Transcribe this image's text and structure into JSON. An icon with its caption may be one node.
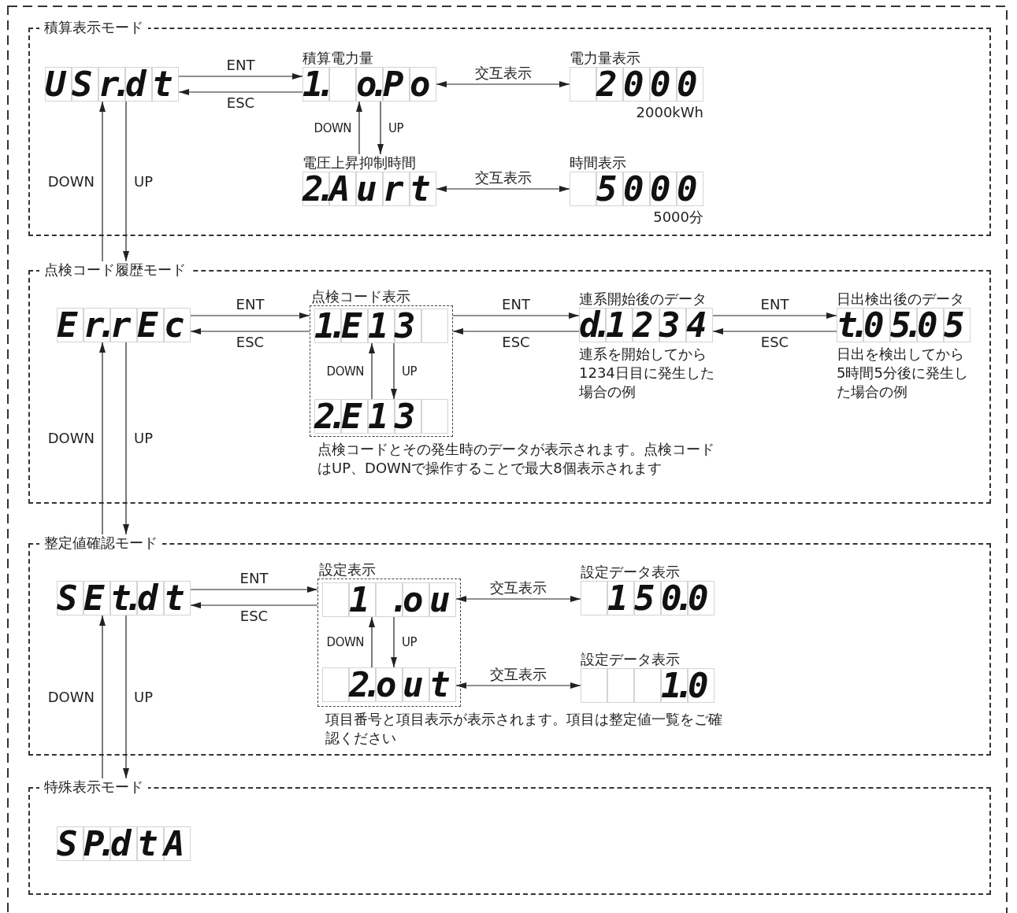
{
  "diagram": {
    "nodes": [
      {
        "text": [
          "積算表示モード"
        ]
      },
      {
        "text": [
          "USr.dt"
        ],
        "in": 0
      },
      {
        "text": [
          "積算電力量",
          "1. o.Po"
        ],
        "in": 0
      },
      {
        "text": [
          "電力量表示",
          "2000"
        ],
        "beside": [
          "2000kWh"
        ],
        "in": 0
      },
      {
        "text": [
          "電圧上昇抑制時間",
          "2.Aurt"
        ],
        "in": 0
      },
      {
        "text": [
          "時間表示",
          "5000"
        ],
        "beside": [
          "5000分"
        ],
        "in": 0
      },
      {
        "text": [
          "点検コード履歴モード"
        ]
      },
      {
        "text": [
          "Er.rEc"
        ],
        "in": 6
      },
      {
        "text": [
          "点検コード表示"
        ],
        "beside": [
          "点検コードとその発生時のデータが表示されます。点検コードはUP、DOWNで操作することで最大8個表示されます"
        ],
        "in": 6
      },
      {
        "text": [
          "1.E13"
        ],
        "in": 8
      },
      {
        "text": [
          "2.E13"
        ],
        "in": 8
      },
      {
        "text": [
          "連系開始後のデータ",
          "d.1234"
        ],
        "beside": [
          "連系を開始してから1234日目に発生した場合の例"
        ],
        "in": 6
      },
      {
        "text": [
          "日出検出後のデータ",
          "t.05.05"
        ],
        "beside": [
          "日出を検出してから5時間5分後に発生した場合の例"
        ],
        "in": 6
      },
      {
        "text": [
          "整定値確認モード"
        ]
      },
      {
        "text": [
          "SEt.dt"
        ],
        "in": 13
      },
      {
        "text": [
          "設定表示"
        ],
        "beside": [
          "項目番号と項目表示が表示されます。項目は整定値一覧をご確認ください"
        ],
        "in": 13
      },
      {
        "text": [
          "1 .ou"
        ],
        "in": 15
      },
      {
        "text": [
          "2.out"
        ],
        "in": 15
      },
      {
        "text": [
          "設定データ表示",
          "150.0"
        ],
        "in": 13
      },
      {
        "text": [
          "設定データ表示",
          "1.0"
        ],
        "in": 13
      },
      {
        "text": [
          "特殊表示モード"
        ]
      },
      {
        "text": [
          "SP.dtA"
        ],
        "in": 20
      }
    ],
    "edges": [
      {
        "from": 1,
        "to": 2,
        "label": "ENT",
        "arrow": "to"
      },
      {
        "from": 2,
        "to": 1,
        "label": "ESC",
        "arrow": "to"
      },
      {
        "from": 2,
        "to": 3,
        "label": "交互表示",
        "arrow": "both"
      },
      {
        "from": 2,
        "to": 4,
        "label": "UP",
        "arrow": "to"
      },
      {
        "from": 4,
        "to": 2,
        "label": "DOWN",
        "arrow": "to"
      },
      {
        "from": 4,
        "to": 5,
        "label": "交互表示",
        "arrow": "both"
      },
      {
        "from": 6,
        "to": 1,
        "label": "DOWN",
        "arrow": "to"
      },
      {
        "from": 1,
        "to": 6,
        "label": "UP",
        "arrow": "to"
      },
      {
        "from": 7,
        "to": 8,
        "label": "ENT",
        "arrow": "to"
      },
      {
        "from": 8,
        "to": 7,
        "label": "ESC",
        "arrow": "to"
      },
      {
        "from": 8,
        "to": 11,
        "label": "ENT",
        "arrow": "to"
      },
      {
        "from": 11,
        "to": 8,
        "label": "ESC",
        "arrow": "to"
      },
      {
        "from": 11,
        "to": 12,
        "label": "ENT",
        "arrow": "to"
      },
      {
        "from": 12,
        "to": 11,
        "label": "ESC",
        "arrow": "to"
      },
      {
        "from": 9,
        "to": 10,
        "label": "UP",
        "arrow": "to"
      },
      {
        "from": 10,
        "to": 9,
        "label": "DOWN",
        "arrow": "to"
      },
      {
        "from": 13,
        "to": 7,
        "label": "DOWN",
        "arrow": "to"
      },
      {
        "from": 7,
        "to": 13,
        "label": "UP",
        "arrow": "to"
      },
      {
        "from": 14,
        "to": 15,
        "label": "ENT",
        "arrow": "to"
      },
      {
        "from": 15,
        "to": 14,
        "label": "ESC",
        "arrow": "to"
      },
      {
        "from": 16,
        "to": 18,
        "label": "交互表示",
        "arrow": "both"
      },
      {
        "from": 16,
        "to": 17,
        "label": "UP",
        "arrow": "to"
      },
      {
        "from": 17,
        "to": 16,
        "label": "DOWN",
        "arrow": "to"
      },
      {
        "from": 17,
        "to": 19,
        "label": "交互表示",
        "arrow": "both"
      },
      {
        "from": 20,
        "to": 14,
        "label": "DOWN",
        "arrow": "to"
      },
      {
        "from": 14,
        "to": 20,
        "label": "UP",
        "arrow": "to"
      }
    ]
  }
}
